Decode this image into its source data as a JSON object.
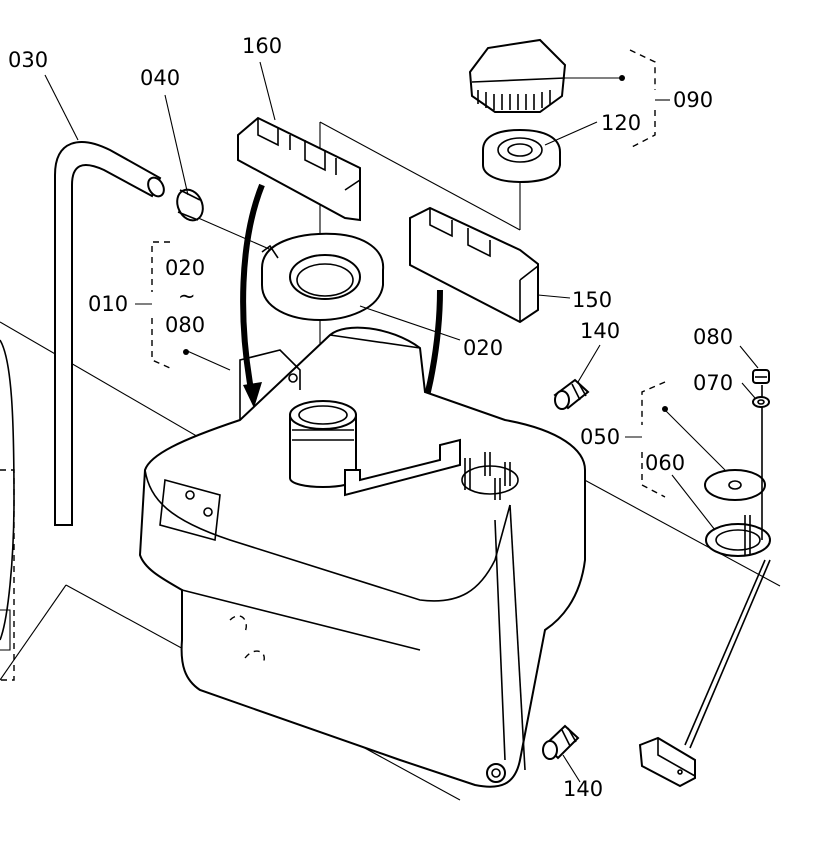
{
  "diagram": {
    "callouts": {
      "c030": "030",
      "c040": "040",
      "c160": "160",
      "c090": "090",
      "c120": "120",
      "c020_range_top": "020",
      "c020_range_tilde": "~",
      "c080_range_bottom": "080",
      "c010": "010",
      "c020": "020",
      "c150": "150",
      "c140_top": "140",
      "c080_right": "080",
      "c070": "070",
      "c050": "050",
      "c060": "060",
      "c140_bottom": "140"
    }
  }
}
